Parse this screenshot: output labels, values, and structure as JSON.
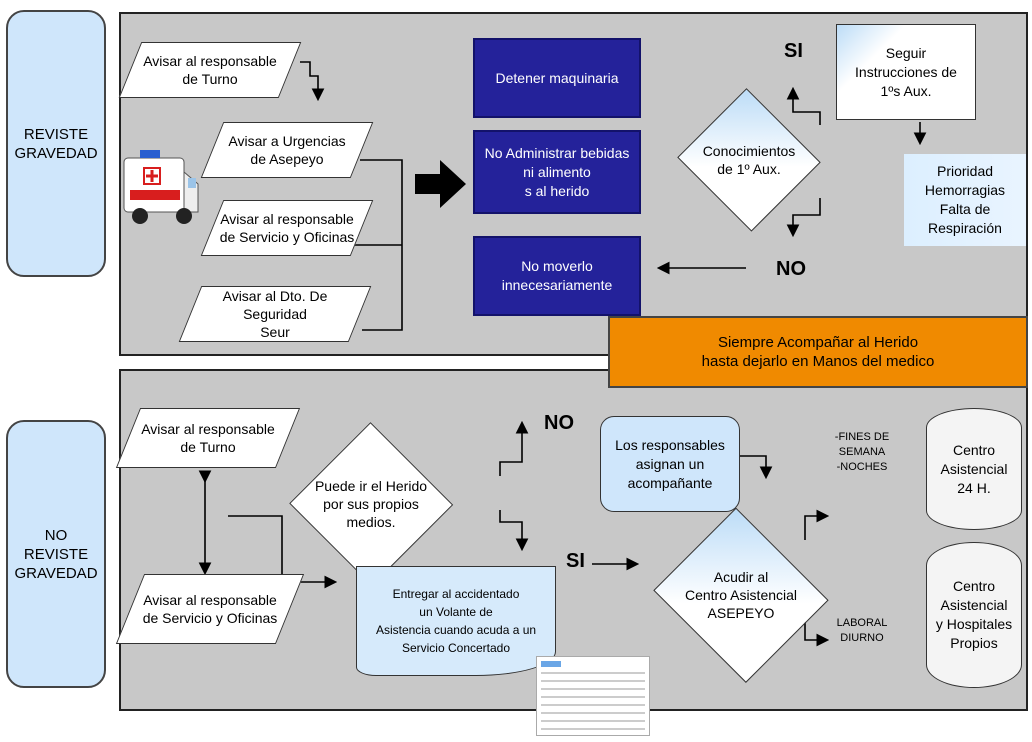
{
  "left_labels": {
    "revise": "REVISTE\nGRAVEDAD",
    "no_revise": "NO\nREVISTE\nGRAVEDAD"
  },
  "top": {
    "notify_shift": "Avisar al responsable\nde Turno",
    "notify_asepeyo": "Avisar a Urgencias\nde Asepeyo",
    "notify_service": "Avisar al responsable\nde Servicio y Oficinas",
    "notify_security": "Avisar al Dto. De Seguridad\nSeur",
    "stop_machinery": "Detener maquinaria",
    "no_drinks": "No Administrar bebidas\nni alimento\ns al herido",
    "no_move": "No moverlo\ninnecesariamente",
    "decision": "Conocimientos\nde 1º Aux.",
    "yes": "SI",
    "no": "NO",
    "follow": "Seguir\nInstrucciones de\n1ºs Aux.",
    "priority": "Prioridad\nHemorragias\nFalta de Respiración"
  },
  "banner": "Siempre Acompañar al Herido\nhasta dejarlo en Manos del medico",
  "bottom": {
    "notify_shift": "Avisar al responsable\nde Turno",
    "notify_service": "Avisar al responsable\nde Servicio y Oficinas",
    "decision": "Puede ir el Herido\npor sus propios\nmedios.",
    "no": "NO",
    "yes": "SI",
    "companion": "Los responsables\nasignan un\nacompañante",
    "document": "Entregar al accidentado\nun Volante de\nAsistencia cuando acuda a un\nServicio Concertado",
    "go_center": "Acudir al\nCentro Asistencial\nASEPEYO",
    "weekend_label": "-FINES DE\nSEMANA\n-NOCHES",
    "labor_label": "LABORAL\nDIURNO",
    "center_24": "Centro\nAsistencial\n24 H.",
    "center_own": "Centro\nAsistencial\ny Hospitales\nPropios"
  },
  "colors": {
    "panel": "#c8c8c8",
    "side_caption": "#cfe6fb",
    "navy_box": "#24229a",
    "banner": "#f08a00",
    "light_blue": "#cfe6fb"
  }
}
